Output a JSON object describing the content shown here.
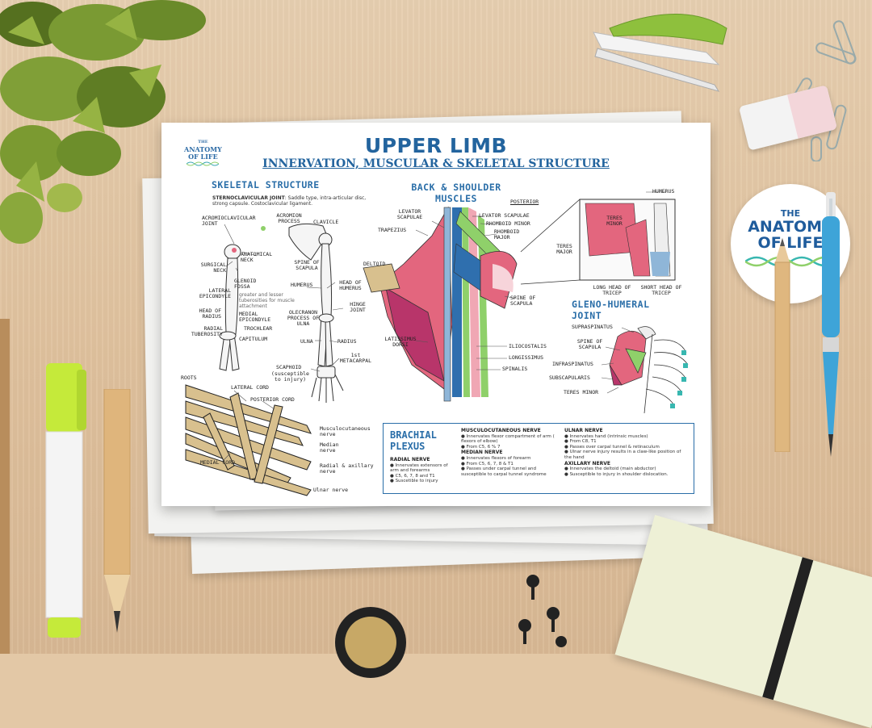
{
  "poster": {
    "logo": [
      "THE",
      "ANATOMY",
      "OF LIFE"
    ],
    "title": "UPPER LIMB",
    "subtitle": "INNERVATION, MUSCULAR & SKELETAL STRUCTURE",
    "skeletal": {
      "heading": "SKELETAL STRUCTURE",
      "sc_joint_name": "STERNOCLAVICULAR JOINT",
      "sc_joint_desc": ": Saddle type, intra-articular disc, strong capsule. Costoclavicular ligament.",
      "labels": {
        "acromioclavicular": "ACROMIOCLAVICULAR JOINT",
        "acromion": "ACROMION PROCESS",
        "clavicle": "CLAVICLE",
        "anatomical_neck": "ANATOMICAL NECK",
        "surgical_neck": "SURGICAL NECK",
        "glenoid": "GLENOID FOSSA",
        "tuberosities": "greater and lesser tuberosities for muscle attachment",
        "spine_scapula": "SPINE OF SCAPULA",
        "humerus": "HUMERUS",
        "head_humerus": "HEAD OF HUMERUS",
        "lateral_epicondyle": "LATERAL EPICONDYLE",
        "head_radius": "HEAD OF RADIUS",
        "medial_epicondyle": "MEDIAL EPICONDYLE",
        "radial_tuberosity": "RADIAL TUBEROSITY",
        "trochlear": "TROCHLEAR",
        "capitulum": "CAPITULUM",
        "olecranon": "OLECRANON PROCESS OF ULNA",
        "hinge_joint": "HINGE JOINT",
        "ulna": "ULNA",
        "radius": "RADIUS",
        "first_metacarpal": "1st METACARPAL",
        "scaphoid": "SCAPHOID",
        "scaphoid_note": "(susceptible to injury)"
      }
    },
    "back": {
      "heading": "BACK & SHOULDER MUSCLES",
      "posterior": "POSTERIOR",
      "labels": {
        "levator_scapulae_l": "LEVATOR SCAPULAE",
        "trapezius": "TRAPEZIUS",
        "levator_scapulae_r": "LEVATOR SCAPULAE",
        "rhomboid_minor": "RHOMBOID MINOR",
        "rhomboid_major": "RHOMBOID MAJOR",
        "deltoid": "DELTOID",
        "spine_scapula": "SPINE OF SCAPULA",
        "latissimus": "LATISSIMUS DORSI",
        "iliocostalis": "ILIOCOSTALIS",
        "longissimus": "LONGISSIMUS",
        "spinalis": "SPINALIS",
        "humerus": "HUMERUS",
        "teres_minor": "TERES MINOR",
        "teres_major": "TERES MAJOR",
        "long_head_tricep": "LONG HEAD OF TRICEP",
        "short_head_tricep": "SHORT HEAD OF TRICEP"
      }
    },
    "gleno": {
      "heading": "GLENO-HUMERAL JOINT",
      "labels": {
        "supraspinatus": "SUPRASPINATUS",
        "spine_scapula": "SPINE OF SCAPULA",
        "infraspinatus": "INFRASPINATUS",
        "subscapularis": "SUBSCAPULARIS",
        "teres_minor": "TERES MINOR"
      }
    },
    "plexus_labels": {
      "roots": "ROOTS",
      "lateral_cord": "LATERAL CORD",
      "posterior_cord": "POSTERIOR CORD",
      "medial_cord": "MEDIAL CORD",
      "musculocutaneous": "Musculocutaneous nerve",
      "median": "Median nerve",
      "radial_axillary": "Radial & axillary nerve",
      "ulnar": "Ulnar nerve"
    },
    "brachial": {
      "heading": "BRACHIAL PLEXUS",
      "radial": {
        "name": "RADIAL NERVE",
        "lines": [
          "Innervates extensors of arm and forearms",
          "C5, 6, 7, 8 and T1",
          "Suscetible to injury"
        ]
      },
      "musculocutaneous": {
        "name": "MUSCULOCUTANEOUS NERVE",
        "lines": [
          "Innervates flexor compartment of arm ( flexors of elbow)",
          "From C5, 6 % 7"
        ]
      },
      "median": {
        "name": "MEDIAN NERVE",
        "lines": [
          "Innervates flexors of forearm",
          "From C5, 6, 7, 8 & T1",
          "Passes under carpal tunnel and susceptible to carpal tunnel syndrome"
        ]
      },
      "ulnar": {
        "name": "ULNAR NERVE",
        "lines": [
          "Innervates hand (intrinsic muscles)",
          "From C8, T1",
          "Passes over carpal tunnel & retinaculum",
          "Ulnar nerve injury results in a claw-like position of the hand"
        ]
      },
      "axillary": {
        "name": "AXILLARY NERVE",
        "lines": [
          "Innervates the deltoid (main abductor)",
          "Susceptible to injury in shoulder dislocation."
        ]
      }
    }
  },
  "sticker": {
    "lines": [
      "THE",
      "ANATOMY",
      "OF LIFE"
    ]
  },
  "colors": {
    "title_blue": "#23649e",
    "muscle_pink": "#e3667e",
    "muscle_magenta": "#b8356a",
    "nerve_tan": "#d8c08e",
    "spine_blue": "#2f6fae",
    "green": "#8fd06a",
    "teal": "#38b7b0",
    "stapler_green": "#8ec03d",
    "highlighter_lime": "#c5ea3a",
    "pen_blue": "#3ea4d8"
  }
}
